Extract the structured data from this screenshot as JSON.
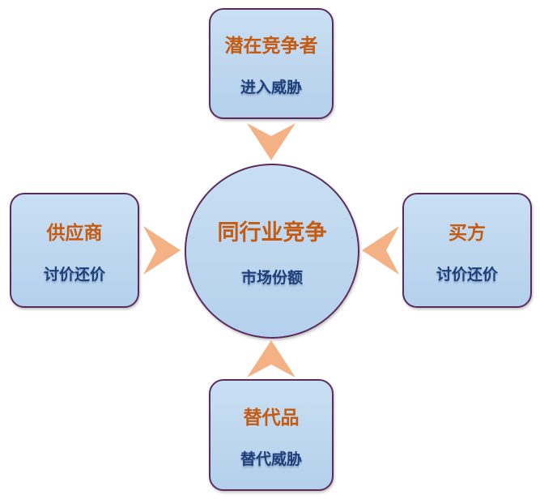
{
  "center": {
    "title": "同行业竞争",
    "subtitle": "市场份额"
  },
  "top": {
    "title": "潜在竞争者",
    "subtitle": "进入威胁"
  },
  "left": {
    "title": "供应商",
    "subtitle": "讨价还价"
  },
  "right": {
    "title": "买方",
    "subtitle": "讨价还价"
  },
  "bottom": {
    "title": "替代品",
    "subtitle": "替代威胁"
  },
  "colors": {
    "title": "#c55a11",
    "subtitle": "#1f3f7a",
    "arrow": "#f4b183",
    "border": "#5b2d5e",
    "fill": "#bdd7ee"
  }
}
